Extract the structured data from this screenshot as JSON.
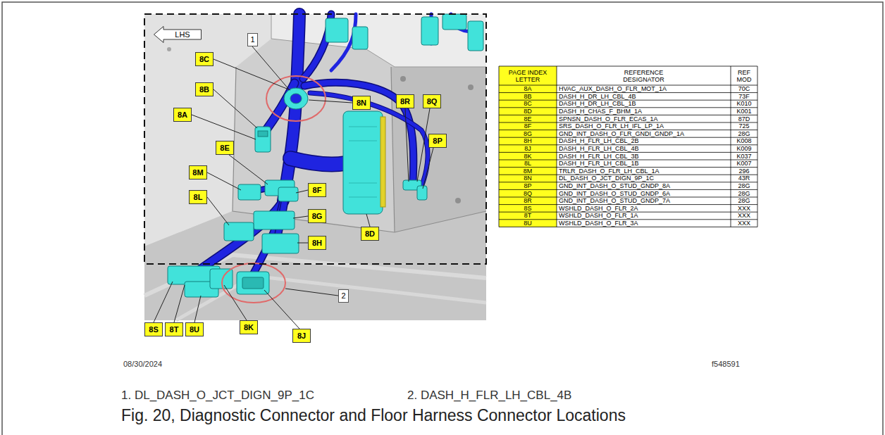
{
  "diagram": {
    "caption": "Fig. 20, Diagnostic Connector and Floor Harness Connector Locations",
    "nodes": [
      {
        "text": [
          "LHS"
        ]
      },
      {
        "text": [
          "1"
        ]
      },
      {
        "text": [
          "8C"
        ]
      },
      {
        "text": [
          "8B"
        ]
      },
      {
        "text": [
          "8A"
        ]
      },
      {
        "text": [
          "8N"
        ]
      },
      {
        "text": [
          "8R"
        ]
      },
      {
        "text": [
          "8Q"
        ]
      },
      {
        "text": [
          "8P"
        ]
      },
      {
        "text": [
          "8E"
        ]
      },
      {
        "text": [
          "8M"
        ]
      },
      {
        "text": [
          "8F"
        ]
      },
      {
        "text": [
          "8L"
        ]
      },
      {
        "text": [
          "8G"
        ]
      },
      {
        "text": [
          "8D"
        ]
      },
      {
        "text": [
          "8H"
        ]
      },
      {
        "text": [
          "2"
        ]
      },
      {
        "text": [
          "8S"
        ]
      },
      {
        "text": [
          "8T"
        ]
      },
      {
        "text": [
          "8U"
        ]
      },
      {
        "text": [
          "8K"
        ]
      },
      {
        "text": [
          "8J"
        ]
      }
    ],
    "labels": [
      "PAGE INDEX LETTER",
      "REFERENCE DESIGNATOR",
      "REF MOD",
      "8A",
      "HVAC_AUX_DASH_O_FLR_MOT_1A",
      "70C",
      "8B",
      "DASH_H_DR_LH_CBL_4B",
      "73F",
      "8C",
      "DASH_H_DR_LH_CBL_1B",
      "K010",
      "8D",
      "DASH_H_CHAS_F_BHM_1A",
      "K001",
      "8E",
      "SPNSN_DASH_O_FLR_ECAS_1A",
      "87D",
      "8F",
      "SRS_DASH_O_FLR_LH_IFL_LP_1A",
      "725",
      "8G",
      "GND_INT_DASH_O_FLR_GNDI_GNDP_1A",
      "28G",
      "8H",
      "DASH_H_FLR_LH_CBL_2B",
      "K008",
      "8J",
      "DASH_H_FLR_LH_CBL_4B",
      "K009",
      "8K",
      "DASH_H_FLR_LH_CBL_3B",
      "K037",
      "8L",
      "DASH_H_FLR_LH_CBL_1B",
      "K007",
      "8M",
      "TRLR_DASH_O_FLR_LH_CBL_1A",
      "296",
      "8N",
      "DL_DASH_O_JCT_DIGN_9P_1C",
      "43R",
      "8P",
      "GND_INT_DASH_O_STUD_GNDP_8A",
      "28G",
      "8Q",
      "GND_INT_DASH_O_STUD_GNDP_6A",
      "28G",
      "8R",
      "GND_INT_DASH_O_STUD_GNDP_7A",
      "28G",
      "8S",
      "WSHLD_DASH_O_FLR_2A",
      "XXX",
      "8T",
      "WSHLD_DASH_O_FLR_1A",
      "XXX",
      "8U",
      "WSHLD_DASH_O_FLR_3A",
      "XXX",
      "08/30/2024",
      "f548591",
      "1. DL_DASH_O_JCT_DIGN_9P_1C",
      "2. DASH_H_FLR_LH_CBL_4B"
    ]
  }
}
